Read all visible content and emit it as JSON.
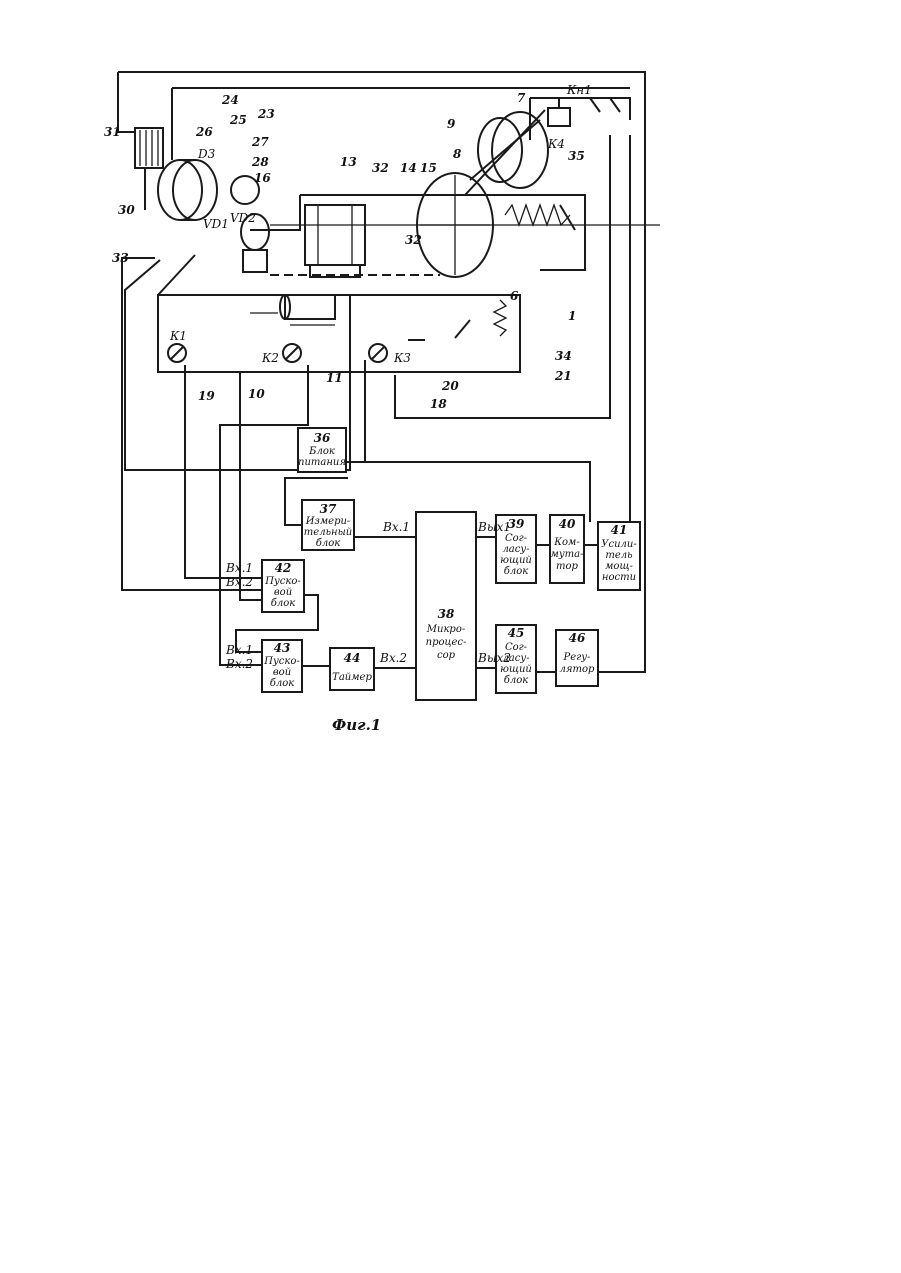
{
  "caption": "Фиг.1",
  "blocks": {
    "b36": {
      "num": "36",
      "lines": [
        "Блок",
        "питания"
      ]
    },
    "b37": {
      "num": "37",
      "lines": [
        "Измери-",
        "тельный",
        "блок"
      ]
    },
    "b38": {
      "num": "38",
      "lines": [
        "Микро-",
        "процес-",
        "сор"
      ]
    },
    "b39": {
      "num": "39",
      "lines": [
        "Сог-",
        "ласу-",
        "ющий",
        "блок"
      ]
    },
    "b40": {
      "num": "40",
      "lines": [
        "Ком-",
        "мута-",
        "тор"
      ]
    },
    "b41": {
      "num": "41",
      "lines": [
        "Усили-",
        "тель",
        "мощ-",
        "ности"
      ]
    },
    "b42": {
      "num": "42",
      "lines": [
        "Пуско-",
        "вой",
        "блок"
      ]
    },
    "b43": {
      "num": "43",
      "lines": [
        "Пуско-",
        "вой",
        "блок"
      ]
    },
    "b44": {
      "num": "44",
      "lines": [
        "Таймер"
      ]
    },
    "b45": {
      "num": "45",
      "lines": [
        "Сог-",
        "ласу-",
        "ющий",
        "блок"
      ]
    },
    "b46": {
      "num": "46",
      "lines": [
        "Регу-",
        "лятор"
      ]
    }
  },
  "ports": {
    "vx1_37": "Вх.1",
    "vx2_44": "Вх.2",
    "vx1_42": "Вх.1",
    "vx2_42": "Вх.2",
    "vx1_43": "Вх.1",
    "vx2_43": "Вх.2",
    "vyx1": "Вых1",
    "vyx2": "Вых2"
  },
  "labels": {
    "n1": "1",
    "n6": "6",
    "n7": "7",
    "n8": "8",
    "n9": "9",
    "n10": "10",
    "n11": "11",
    "n13": "13",
    "n14": "14",
    "n15": "15",
    "n16": "16",
    "n18": "18",
    "n19": "19",
    "n20": "20",
    "n21": "21",
    "n23": "23",
    "n24": "24",
    "n25": "25",
    "n26": "26",
    "n27": "27",
    "n28": "28",
    "n30": "30",
    "n31": "31",
    "n32a": "32",
    "n32b": "32",
    "n33": "33",
    "n34": "34",
    "n35": "35",
    "k1": "К1",
    "k2": "К2",
    "k3": "К3",
    "k4": "К4",
    "kn1": "Кн1",
    "vd1": "VD1",
    "vd2": "VD2",
    "d3": "D3"
  }
}
